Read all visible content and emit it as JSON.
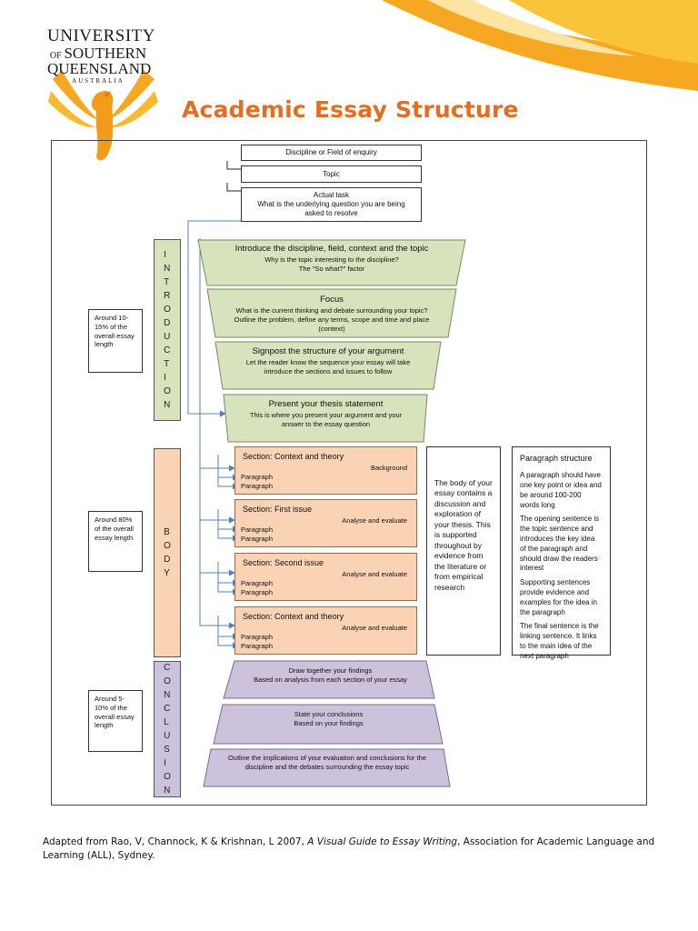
{
  "logo": {
    "line1": "UNIVERSITY",
    "line2_prefix": "OF",
    "line2_main": "SOUTHERN",
    "line3": "QUEENSLAND",
    "line4": "AUSTRALIA"
  },
  "title": "Academic Essay Structure",
  "top_boxes": [
    {
      "line1": "Discipline or Field of enquiry"
    },
    {
      "line1": "Topic"
    },
    {
      "line1": "Actual task",
      "line2": "What is the underlying question you are being",
      "line3": "asked to resolve"
    }
  ],
  "sections": {
    "introduction": {
      "letters": [
        "I",
        "N",
        "T",
        "R",
        "O",
        "D",
        "U",
        "C",
        "T",
        "I",
        "O",
        "N"
      ]
    },
    "body": {
      "letters": [
        "B",
        "O",
        "D",
        "Y"
      ]
    },
    "conclusion": {
      "letters": [
        "C",
        "O",
        "N",
        "C",
        "L",
        "U",
        "S",
        "I",
        "O",
        "N"
      ]
    }
  },
  "side_notes": [
    {
      "text": "Around 10-15% of the overall essay length"
    },
    {
      "text": "Around 80% of the overall essay length"
    },
    {
      "text": "Around 5-10% of the overall essay length"
    }
  ],
  "intro_items": [
    {
      "heading": "Introduce the discipline, field, context and the topic",
      "line1": "Why is the topic interesting to the discipline?",
      "line2": "The \"So what?\" factor"
    },
    {
      "heading": "Focus",
      "line1": "What is the current thinking and debate surrounding your topic?",
      "line2": "Outline the problem, define any terms, scope and time and place",
      "line3": "(context)"
    },
    {
      "heading": "Signpost the structure of your argument",
      "line1": "Let the reader know the sequence your essay will take",
      "line2": "introduce the sections and issues to follow"
    },
    {
      "heading": "Present your thesis statement",
      "line1": "This is where you present your argument and your",
      "line2": "answer to the essay question"
    }
  ],
  "body_sections": [
    {
      "title": "Section: Context and theory",
      "note": "Background",
      "p1": "Paragraph",
      "p2": "Paragraph"
    },
    {
      "title": "Section: First issue",
      "note": "Analyse and evaluate",
      "p1": "Paragraph",
      "p2": "Paragraph"
    },
    {
      "title": "Section: Second issue",
      "note": "Analyse and evaluate",
      "p1": "Paragraph",
      "p2": "Paragraph"
    },
    {
      "title": "Section: Context and theory",
      "note": "Analyse and evaluate",
      "p1": "Paragraph",
      "p2": "Paragraph"
    }
  ],
  "body_info": "The body of your essay contains a discussion and exploration of your thesis. This is supported throughout by evidence from the literature or from empirical research",
  "paragraph_structure": {
    "title": "Paragraph structure",
    "points": [
      "A paragraph should have one key point or idea and be around 100-200 words long",
      "The opening sentence is the topic sentence and introduces the key idea of the paragraph and should draw the readers interest",
      "Supporting sentences provide evidence and examples for the idea in the paragraph",
      "The final sentence is the linking sentence. It links to the main idea of the next paragraph"
    ]
  },
  "conclusion_items": [
    {
      "line1": "Draw together your findings",
      "line2": "Based on analysis from each section of your essay"
    },
    {
      "line1": "State your conclusions",
      "line2": "Based on your findings"
    },
    {
      "line1": "Outline the implications of your evaluation and conclusions for the",
      "line2": "discipline and the debates surrounding the essay topic"
    }
  ],
  "footer": {
    "part1": "Adapted from Rao, V, Channock, K & Krishnan, L 2007, ",
    "italic": "A Visual Guide to Essay Writing",
    "part2": ", Association for Academic Language and Learning (ALL), Sydney."
  },
  "colors": {
    "title": "#e66c1f",
    "intro_green": "#d6e3bd",
    "body_peach": "#fad3b5",
    "conclusion_lilac": "#cdc2dc",
    "connector_blue": "#4f81bd"
  }
}
